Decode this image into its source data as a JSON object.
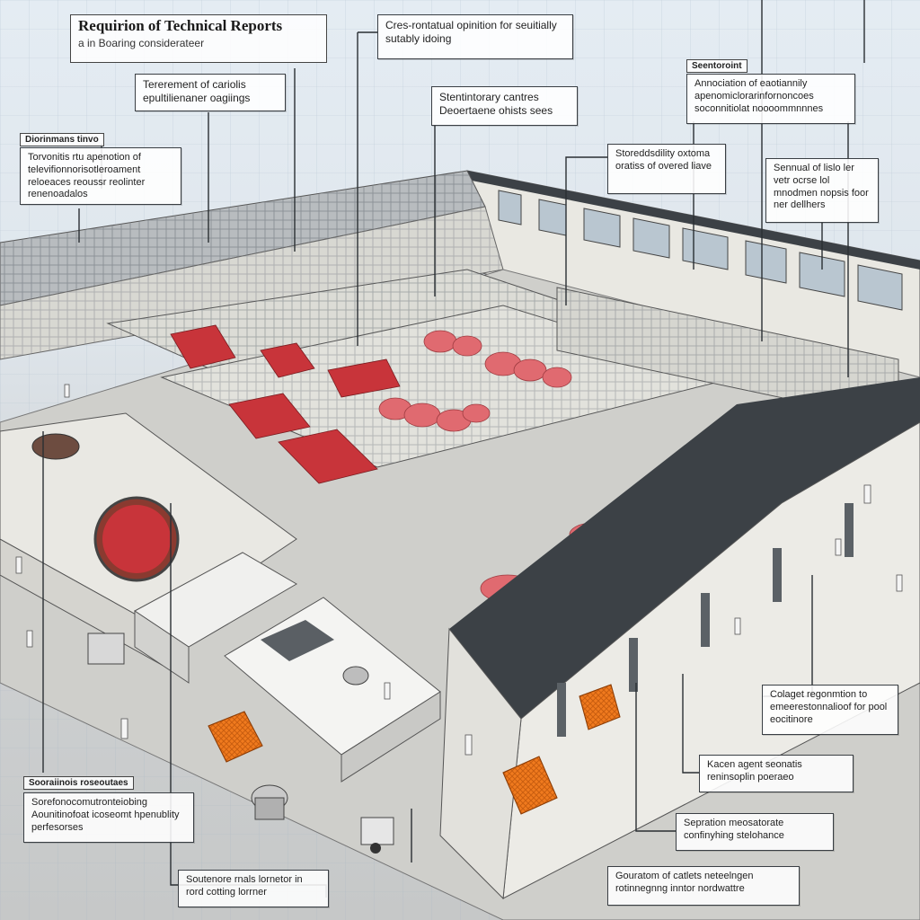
{
  "title": {
    "main": "Requirion of Technical Reports",
    "sub": "a in Boaring considerateer"
  },
  "callouts": {
    "top_center": "Cres-rontatual opinition for seuitially sutably idoing",
    "left_upper": "Tererement of cariolis epultilienaner oagiings",
    "left_tag": "Diorinmans tinvo",
    "left_mid": "Torvonitis rtu apenotion of televifionnorisotleroament reloeaces reoussr reolinter renenoadalos",
    "center_mid": "Stentintorary cantres Deoertaene ohists sees",
    "right_tag": "Seentoroint",
    "right_top": "Annociation of eaotiannily apenomiclorarinfornoncoes soconnitiolat noooommnnnes",
    "center_right": "Storeddsdility oxtoma oratiss of overed liave",
    "right_mid": "Sennual of lislo ler vetr ocrse lol mnodmen nopsis foor ner dellhers",
    "right_lower1": "Colaget regonmtion to emeerestonnalioof for pool eocitinore",
    "right_lower2": "Kacen agent seonatis reninsoplin poeraeo",
    "right_lower3": "Sepration meosatorate confinyhing stelohance",
    "bottom_left_tag": "Sooraiinois roseoutaes",
    "bottom_left": "Sorefonocomutronteiobing Aounitinofoat icoseomt hpenublity perfesorses",
    "bottom_center": "Soutenore rnals lornetor in rord cotting lorrner",
    "bottom_right": "Gouratom of catlets neteelngen rotinnegnng inntor nordwattre"
  },
  "colors": {
    "sky_top": "#e4ecf3",
    "floor": "#c6c8c8",
    "wall": "#ecebe6",
    "dark_trim": "#3c4146",
    "meat": "#c8343a",
    "carcass": "#e06a70",
    "crate": "#f07a1e",
    "leader_line": "#2a2f33"
  }
}
